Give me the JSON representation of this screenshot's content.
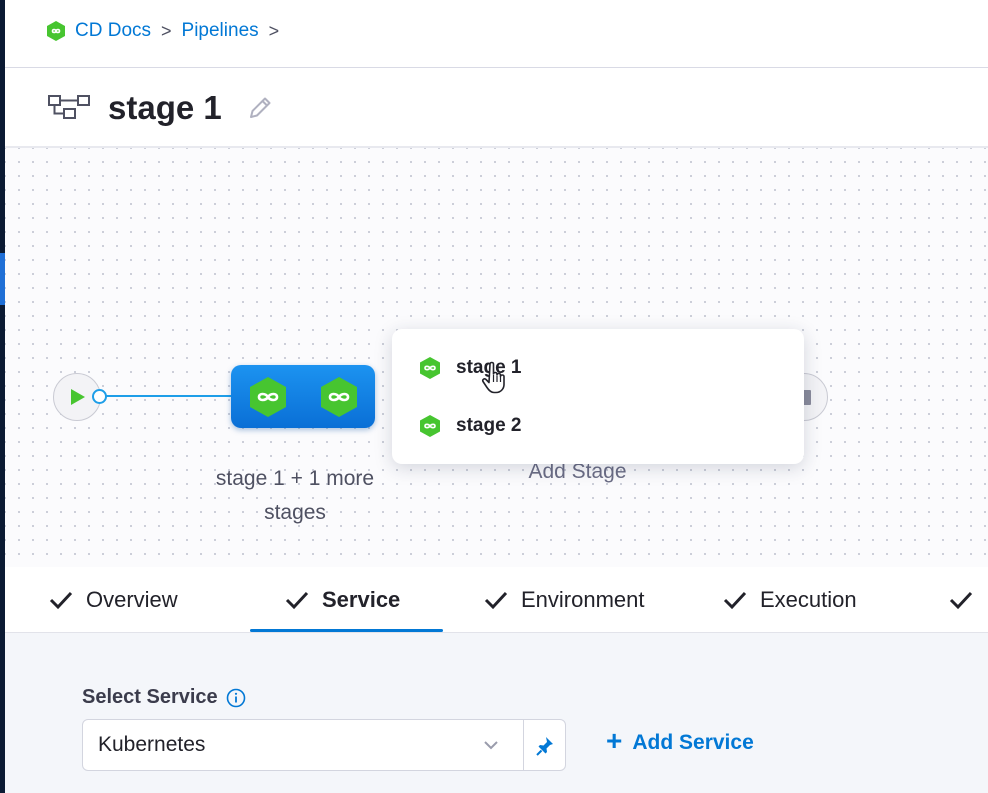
{
  "breadcrumb": {
    "project": "CD Docs",
    "section": "Pipelines",
    "separator": ">"
  },
  "header": {
    "title": "stage 1"
  },
  "canvas": {
    "group_label": "stage 1 + 1 more stages",
    "add_stage": "Add Stage",
    "popover_items": [
      {
        "label": "stage 1"
      },
      {
        "label": "stage 2"
      }
    ]
  },
  "tabs": [
    {
      "label": "Overview",
      "active": false
    },
    {
      "label": "Service",
      "active": true
    },
    {
      "label": "Environment",
      "active": false
    },
    {
      "label": "Execution",
      "active": false
    }
  ],
  "service": {
    "label": "Select Service",
    "selected": "Kubernetes",
    "add_label": "Add Service"
  },
  "colors": {
    "accent": "#0278d5",
    "stage_green": "#47c530",
    "stage_group_blue": "#0a6fd6",
    "connector": "#1e9ee8"
  },
  "icons": {
    "breadcrumb": "cd-module-icon",
    "title": "pipeline-icon",
    "edit": "pencil-icon",
    "stage": "deploy-stage-hex-icon",
    "tab_status": "check-icon",
    "info": "info-icon",
    "dropdown": "chevron-down-icon",
    "pin": "pin-icon"
  }
}
